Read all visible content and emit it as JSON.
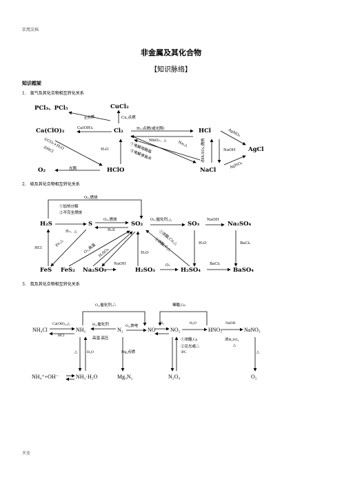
{
  "header": {
    "left": "实用文档"
  },
  "footer": {
    "left": "大全"
  },
  "title": "非金属及其化合物",
  "subtitle": "【知识脉络】",
  "section": "知识框架",
  "items": [
    {
      "label": "1.　氯气及其化合物相互转化关系"
    },
    {
      "label": "2.　硫及其化合物相互转化关系"
    },
    {
      "label": "3.　氮及其化合物相互转化关系"
    }
  ],
  "d1": {
    "pcl": "PCl₃、PCl₅",
    "cucl2": "CuCl₂",
    "ca": "Ca(ClO)₂",
    "cl2": "Cl₂",
    "hcl": "HCl",
    "agcl": "AgCl",
    "o2": "O₂",
    "hclo": "HClO",
    "nacl": "NaCl",
    "p": "P,点燃",
    "cu": "Cu,点燃",
    "caoh": "Ca(OH)₂",
    "h2": "H₂,点燃(或光照)",
    "mno2": "MnO₂、△",
    "agno1": "AgNO₃",
    "h2o": "H₂O",
    "na": "Na,△",
    "elec1": "①电解熔融盐",
    "elec2": "②电解食盐水",
    "naoh": "NaOH",
    "agno2": "AgNO₃",
    "co1": "①CO₂+H₂O",
    "co2": "②HCl",
    "conc": "浓H₂SO₄,微热",
    "light": "光照"
  },
  "d2": {
    "top": "O₂,燃烧",
    "a1": "①加热分解",
    "a2": "②不完全燃烧",
    "h2s": "H₂S",
    "s": "S",
    "so2": "SO₂",
    "so3": "SO₃",
    "na2so4": "Na₂SO₄",
    "o2b": "O₂,燃烧",
    "h2": "H₂、△",
    "h2sr": "H₂S",
    "o2c": "O₂,催化剂,△",
    "naoh1": "NaOH",
    "hcl": "HCl",
    "fe": "Fe,△",
    "o2h": "O₂,高温",
    "h2so4l": "H₂SO₄",
    "cu1": "①浓酸,Cu,△",
    "c2": "②浓酸,C,△",
    "h2o1": "H₂O",
    "h2o2": "H₂O",
    "bacl1": "BaCl₂",
    "fes": "FeS",
    "fes2": "FeS₂",
    "na2so3": "Na₂SO₃",
    "h2so3": "H₂SO₃",
    "h2so4": "H₂SO₄",
    "baso4": "BaSO₄",
    "naoh2": "NaOH",
    "o2d": "O₂",
    "bacl2": "BaCl₂"
  },
  "d3": {
    "top1": "O₂,催化剂,△",
    "top2": "稀酸,Cu",
    "nh4cl": "NH₄Cl",
    "caoh": "Ca(OH)₂,△",
    "hcl": "HCl",
    "nh3": "NH₃",
    "h2cat": "H₂,催化剂",
    "hp": "高温 高压",
    "n2": "N₂",
    "o2dis": "O₂,放电",
    "no": "NO",
    "o2": "O₂",
    "no2": "NO₂",
    "h2o": "H₂O",
    "hno3": "HNO₃",
    "naoh": "NaOH",
    "nano3": "NaNO₃",
    "cu": "①浓酸,Cu",
    "lt": "②见光或△",
    "c": "③C",
    "conc": "浓H₂SO₄",
    "tri1": "△",
    "tri2": "△",
    "tri3": "△",
    "h2o2": "H₂O",
    "mg": "Mg,点燃",
    "nh4oh": "NH₄⁺+OH⁻",
    "nh3h2o": "NH₃·H₂O",
    "mg3n2": "Mg₃N₂",
    "n2o4": "N₂O₄",
    "o2b": "O₂"
  }
}
